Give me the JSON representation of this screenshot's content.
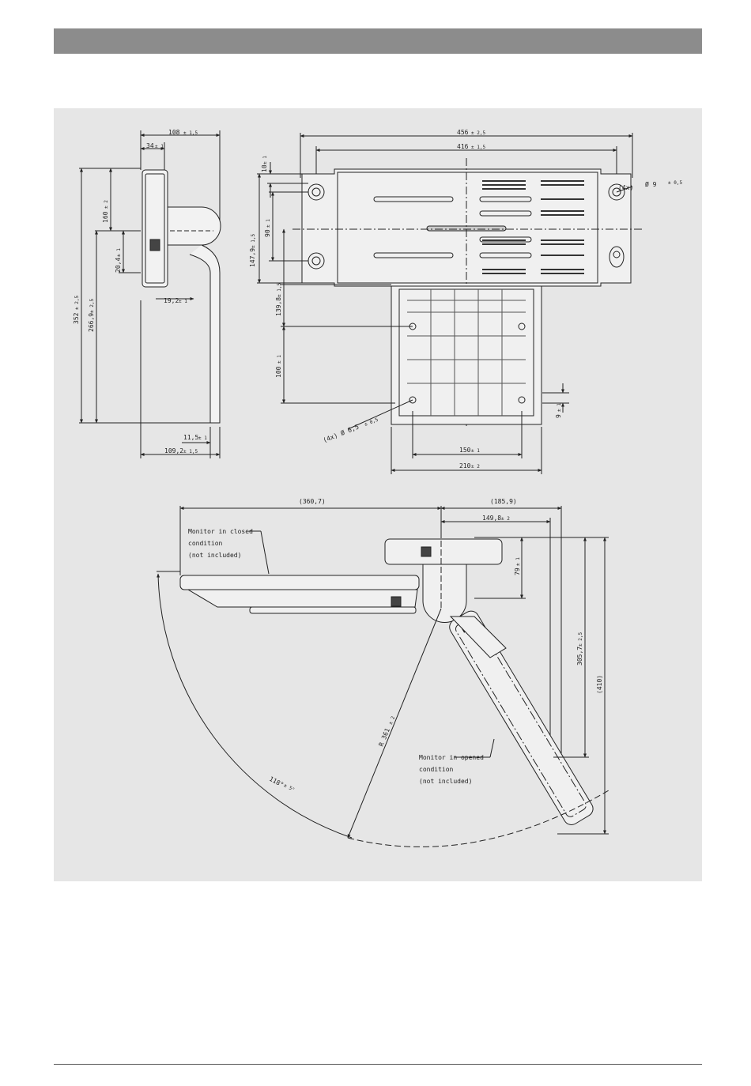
{
  "header": {
    "color": "#8c8c8c"
  },
  "panel": {
    "color": "#e6e6e6"
  },
  "side_view": {
    "width_total": "108",
    "width_total_tol": "± 1,5",
    "width_top": "34",
    "width_top_tol": "± 1",
    "height_upper": "160",
    "height_upper_tol": "± 2",
    "height_bracket": "20,4",
    "height_bracket_tol": "± 1",
    "arm_offset": "19,2",
    "arm_offset_tol": "± 1",
    "height_total": "352",
    "height_total_tol": "± 2,5",
    "height_arm": "266,9",
    "height_arm_tol": "± 2,5",
    "foot_width": "11,5",
    "foot_width_tol": "± 1",
    "foot_offset": "109,2",
    "foot_offset_tol": "± 1,5"
  },
  "front_view": {
    "width_total": "456",
    "width_total_tol": "± 2,5",
    "width_holes": "416",
    "width_holes_tol": "± 1,5",
    "hole_callout_count": "(4x)",
    "hole_callout": "Ø 9",
    "hole_callout_tol": "± 0,5",
    "top_offset": "10",
    "top_offset_tol": "± 1",
    "height_plate": "147,9",
    "height_plate_tol": "± 1,5",
    "hole_spacing": "90",
    "hole_spacing_tol": "± 1",
    "bracket_height": "139,8",
    "bracket_height_tol": "± 1,5",
    "vesa_height": "100",
    "vesa_height_tol": "± 1",
    "small_hole_count": "(4x)",
    "small_hole": "Ø 6,5",
    "small_hole_tol": "± 0,5",
    "bottom_offset": "9",
    "bottom_offset_tol": "± 1",
    "vesa_width": "150",
    "vesa_width_tol": "± 1",
    "bracket_width": "210",
    "bracket_width_tol": "± 2"
  },
  "swing_view": {
    "closed_length": "(360,7)",
    "arm_length": "(185,9)",
    "arm_inner": "149,8",
    "arm_inner_tol": "± 2",
    "body_height": "79",
    "body_height_tol": "± 1",
    "drop_height": "305,7",
    "drop_height_tol": "± 2,5",
    "total_drop": "(410)",
    "radius": "R 361",
    "radius_tol": "± 2",
    "angle": "118°",
    "angle_tol": "± 5°",
    "closed_label": [
      "Monitor in closed",
      "condition",
      "(not included)"
    ],
    "opened_label": [
      "Monitor in opened",
      "condition",
      "(not included)"
    ]
  }
}
